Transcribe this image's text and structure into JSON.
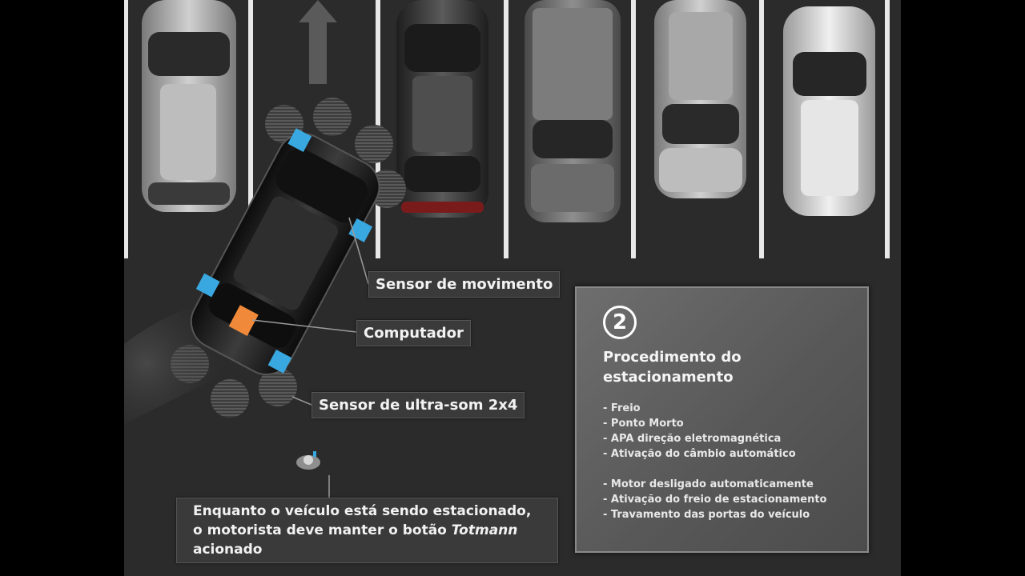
{
  "labels": {
    "motion_sensor": "Sensor de movimento",
    "computer": "Computador",
    "ultrasonic": "Sensor de ultra-som 2x4"
  },
  "note": {
    "line1": "Enquanto o veículo está sendo estacionado,",
    "line2_prefix": "o motorista deve manter o botão ",
    "line2_italic": "Totmann",
    "line3": "acionado"
  },
  "panel": {
    "step_number": "2",
    "title_line1": "Procedimento do",
    "title_line2": "estacionamento",
    "steps_group1": [
      "- Freio",
      "- Ponto Morto",
      "- APA direção eletromagnética",
      "- Ativação do câmbio automático"
    ],
    "steps_group2": [
      "- Motor desligado automaticamente",
      "- Ativação do freio de estacionamento",
      "- Travamento das portas do veículo"
    ]
  },
  "colors": {
    "background": "#2b2b2b",
    "sensor_blue": "#3aa8e0",
    "computer_orange": "#f08a3a",
    "panel_gray": "#5e5e5e"
  }
}
